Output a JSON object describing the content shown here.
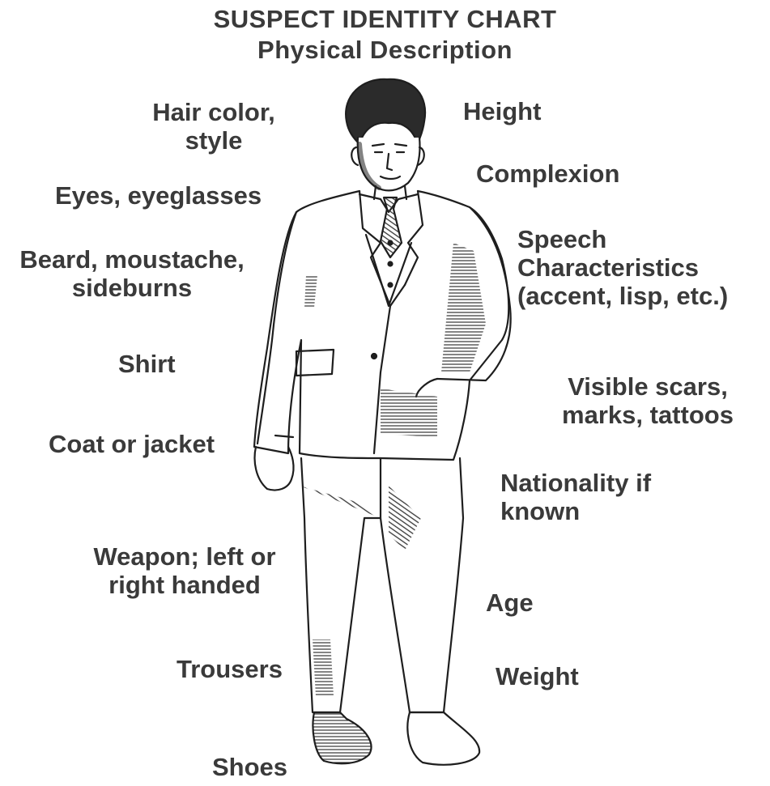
{
  "chart": {
    "title": "SUSPECT IDENTITY CHART",
    "subtitle": "Physical Description"
  },
  "labels": {
    "hair": [
      "Hair color,",
      "style"
    ],
    "eyes": "Eyes, eyeglasses",
    "beard": [
      "Beard, moustache,",
      "sideburns"
    ],
    "shirt": "Shirt",
    "coat": "Coat or jacket",
    "weapon": [
      "Weapon; left or",
      "right handed"
    ],
    "trousers": "Trousers",
    "shoes": "Shoes",
    "height": "Height",
    "complexion": "Complexion",
    "speech": [
      "Speech",
      "Characteristics",
      "(accent, lisp, etc.)"
    ],
    "scars": [
      "Visible scars,",
      "marks, tattoos"
    ],
    "nationality": [
      "Nationality if",
      "known"
    ],
    "age": "Age",
    "weight": "Weight"
  },
  "colors": {
    "text": "#3a3a3a",
    "ink": "#1e1e1e",
    "paper": "#ffffff"
  },
  "figure": {
    "subject": "man-in-three-piece-suit-illustration"
  }
}
